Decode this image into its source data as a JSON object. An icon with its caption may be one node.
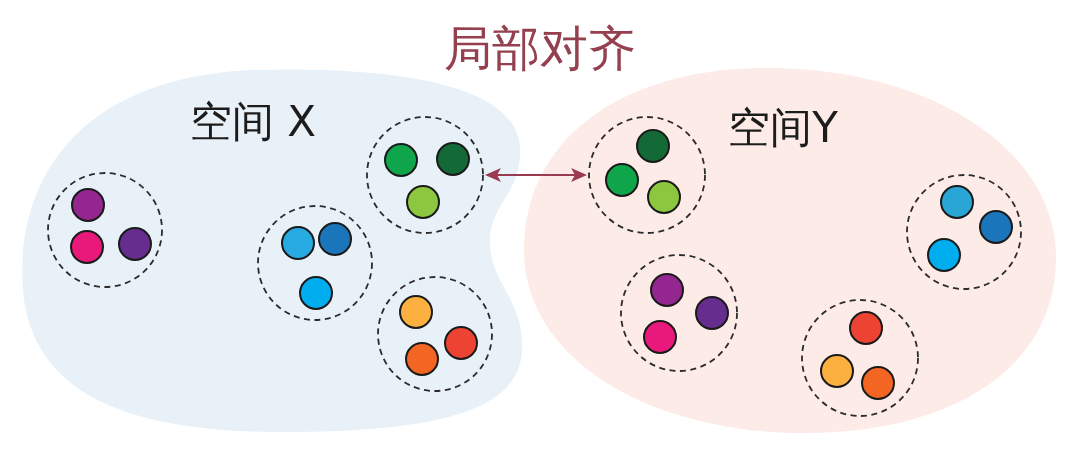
{
  "diagram": {
    "title": "局部对齐",
    "nodes": [
      {
        "text": [
          "空间 X"
        ]
      },
      {
        "text": [],
        "shape": "circle",
        "in": 0
      },
      {
        "text": [],
        "shape": "circle",
        "in": 0
      },
      {
        "text": [],
        "shape": "circle",
        "in": 0
      },
      {
        "text": [],
        "shape": "circle",
        "in": 0
      },
      {
        "text": [
          "空间Y"
        ]
      },
      {
        "text": [],
        "shape": "circle",
        "in": 5
      },
      {
        "text": [],
        "shape": "circle",
        "in": 5
      },
      {
        "text": [],
        "shape": "circle",
        "in": 5
      },
      {
        "text": [],
        "shape": "circle",
        "in": 5
      }
    ],
    "edges": [
      {
        "from": 3,
        "to": 6,
        "arrow": "both"
      }
    ]
  }
}
